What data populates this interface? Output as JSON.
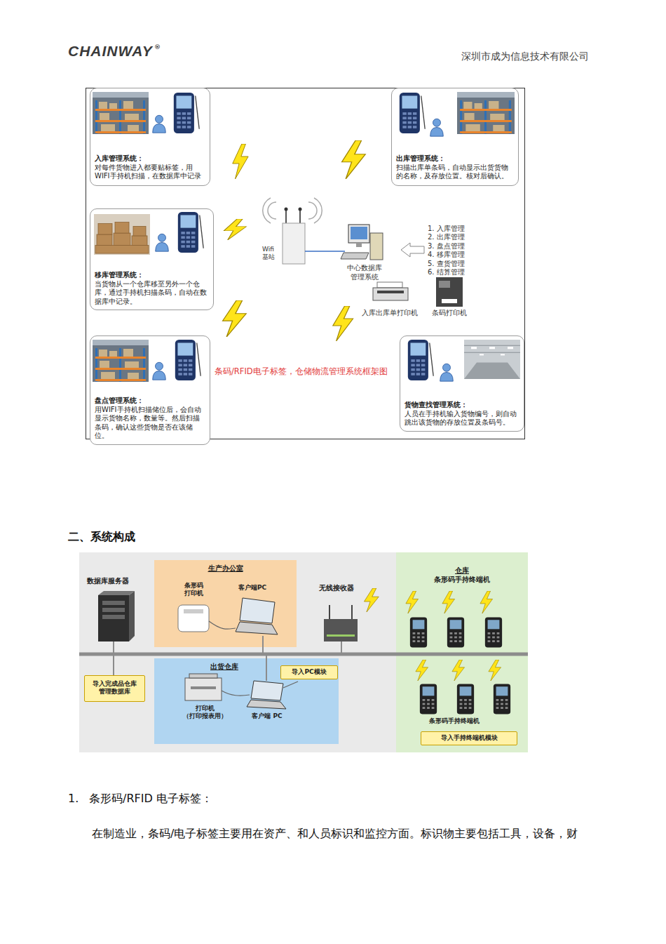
{
  "diagram": {
    "nodes": [
      {
        "text": [
          "入库管理系统：",
          "对每件货物进入都要贴标签，用WIFI手持机扫描，在数据库中记录"
        ]
      },
      {
        "text": [
          "出库管理系统：",
          "扫描出库单条码，自动显示出货货物的名称，及存放位置。核对后确认。"
        ]
      },
      {
        "text": [
          "移库管理系统：",
          "当货物从一个仓库移至另外一个仓库，通过手持机扫描条码，自动在数据库中记录。"
        ]
      },
      {
        "text": [
          "盘点管理系统：",
          "用WIFI手持机扫描储位后，会自动显示货物名称，数量等。然后扫描条码，确认这些货物是否在该储位。"
        ]
      },
      {
        "text": [
          "货物查找管理系统：",
          "人员在手持机输入货物编号，则自动跳出该货物的存放位置及条码号。"
        ]
      },
      {
        "text": [
          "生产办公室"
        ]
      },
      {
        "text": [
          "仓库",
          "条形码手持终端机"
        ]
      },
      {
        "text": [
          "导入完成品仓库 管理数据库"
        ]
      },
      {
        "text": [
          "出货仓库"
        ]
      },
      {
        "text": [
          "导入PC模块"
        ],
        "in": 8
      },
      {
        "text": [
          "导入手持终端机模块"
        ],
        "in": 6
      }
    ],
    "labels": [
      "CHAINWAY",
      "®",
      "深圳市成为信息技术有限公司",
      "Wifi 基站",
      "1. 入库管理",
      "2. 出库管理",
      "3. 盘点管理",
      "4. 移库管理",
      "5. 查货管理",
      "6. 结算管理",
      "中心数据库 管理系统",
      "入库出库单打印机",
      "条码打印机",
      "条码/RFID电子标签，仓储物流管理系统框架图",
      "二、系统构成",
      "数据库服务器",
      "条形码 打印机",
      "客户端PC",
      "无线接收器",
      "打印机 （打印报表用）",
      "客户端 PC",
      "条形码手持终端机",
      "1.",
      "条形码/RFID 电子标签：",
      "在制造业，条码/电子标签主要用在资产、和人员标识和监控方面。标识物主要包括工具，设备，财"
    ]
  }
}
